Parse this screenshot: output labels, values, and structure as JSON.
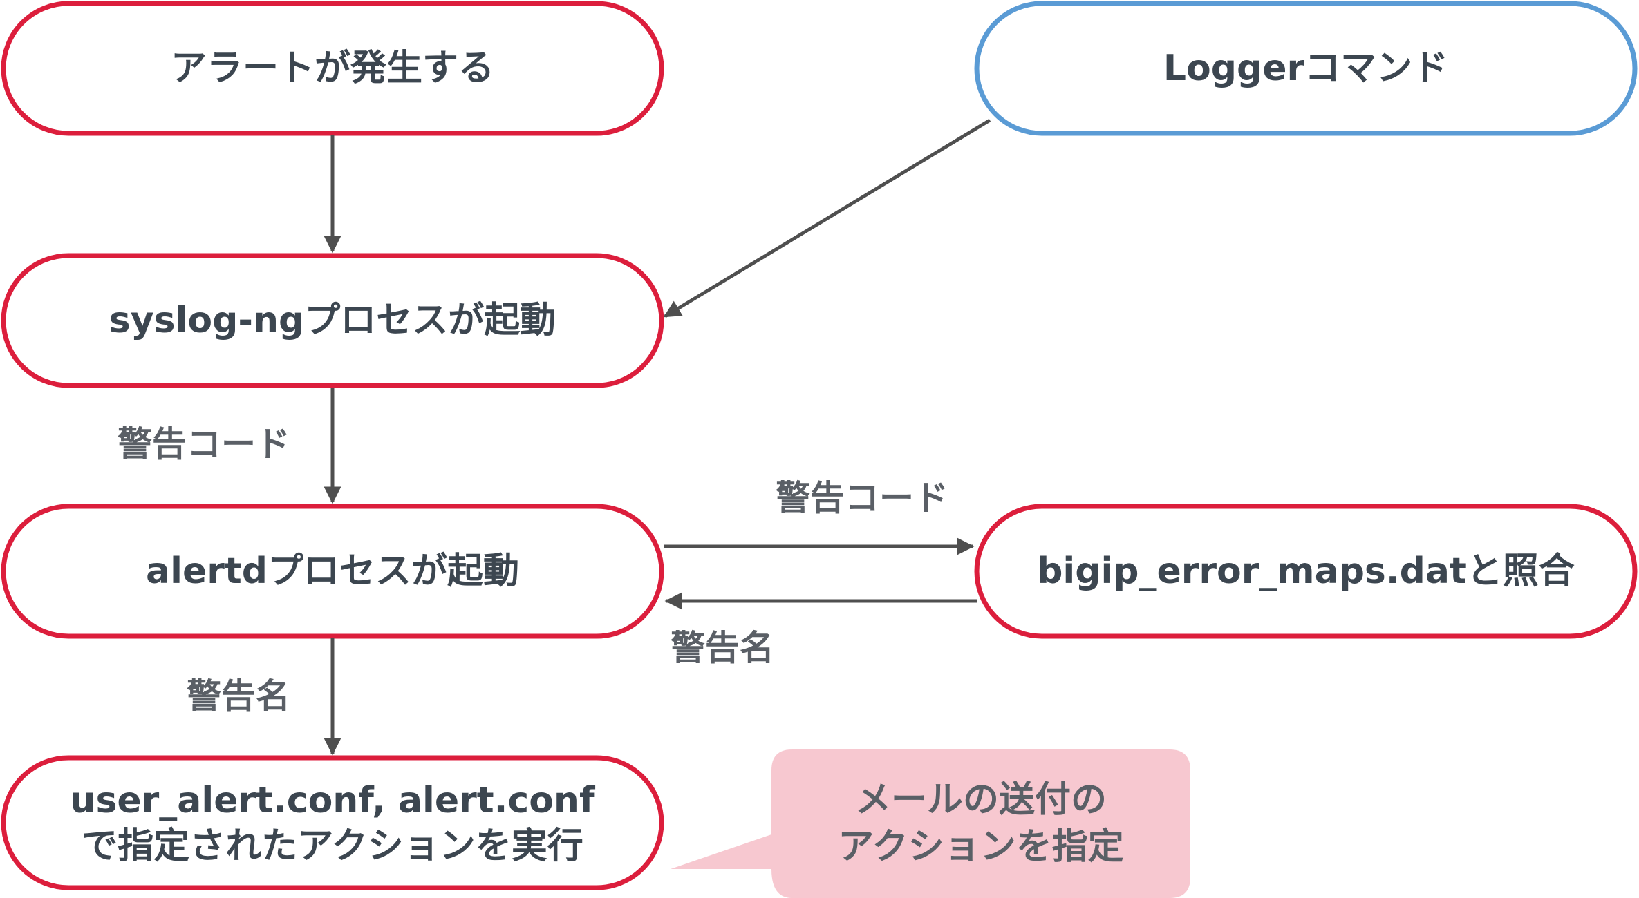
{
  "colors": {
    "red_border": "#dc1e3c",
    "blue_border": "#5a9bd5",
    "arrow": "#4f4f4f",
    "text": "#3c4650",
    "callout_fill": "#f7c8d0"
  },
  "nodes": {
    "alert_occurs": "アラートが発生する",
    "logger_command": "Loggerコマンド",
    "syslog_ng": "syslog-ngプロセスが起動",
    "alertd": "alertdプロセスが起動",
    "bigip_error_maps": "bigip_error_maps.datと照合",
    "user_alert_conf": {
      "line1": "user_alert.conf, alert.conf",
      "line2": "で指定されたアクションを実行"
    }
  },
  "edges": {
    "syslog_to_alertd": "警告コード",
    "alertd_to_maps": "警告コード",
    "maps_to_alertd": "警告名",
    "alertd_to_conf": "警告名"
  },
  "callout": {
    "line1": "メールの送付の",
    "line2": "アクションを指定"
  }
}
